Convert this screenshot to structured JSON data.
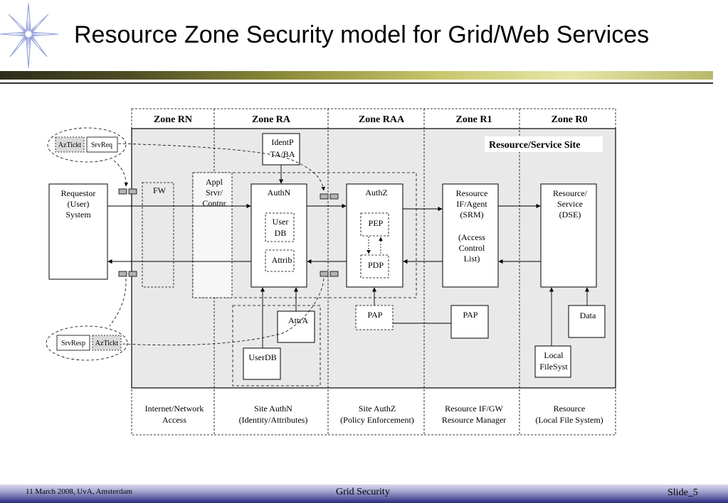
{
  "slide": {
    "title": "Resource Zone Security model for Grid/Web Services",
    "footer_left": "11 March 2008, UvA, Amsterdam",
    "footer_center": "Grid Security",
    "footer_right": "Slide_5"
  },
  "diagram": {
    "zones": [
      "Zone RN",
      "Zone RA",
      "Zone RAA",
      "Zone R1",
      "Zone R0"
    ],
    "site_label": "Resource/Service Site",
    "bottom_labels": [
      [
        "Internet/Network",
        "Access"
      ],
      [
        "Site AuthN",
        "(Identity/Attributes)"
      ],
      [
        "Site AuthZ",
        "(Policy Enforcement)"
      ],
      [
        "Resource IF/GW",
        "Resource Manager"
      ],
      [
        "Resource",
        "(Local File System)"
      ]
    ],
    "requestor": [
      "Requestor",
      "(User)",
      "System"
    ],
    "fw": "FW",
    "appl": [
      "Appl",
      "Srvr/",
      "Contnr"
    ],
    "identp": [
      "IdentP",
      "TA/BA"
    ],
    "authn": "AuthN",
    "userdb_inner": [
      "User",
      "DB"
    ],
    "attrib": "Attrib",
    "authz": "AuthZ",
    "pep": "PEP",
    "pdp": "PDP",
    "resource_if": [
      "Resource",
      "IF/Agent",
      "(SRM)",
      "",
      "(Access",
      "Control",
      "List)"
    ],
    "resource_service": [
      "Resource/",
      "Service",
      "(DSE)"
    ],
    "pap_authz": "PAP",
    "pap_r1": "PAP",
    "data": "Data",
    "attra": "AttrA",
    "userdb": "UserDB",
    "local_fs": [
      "Local",
      "FileSyst"
    ],
    "request_msg": [
      "AzTickt",
      "SrvReq"
    ],
    "response_msg": [
      "SrvResp",
      "AzTickt"
    ]
  }
}
